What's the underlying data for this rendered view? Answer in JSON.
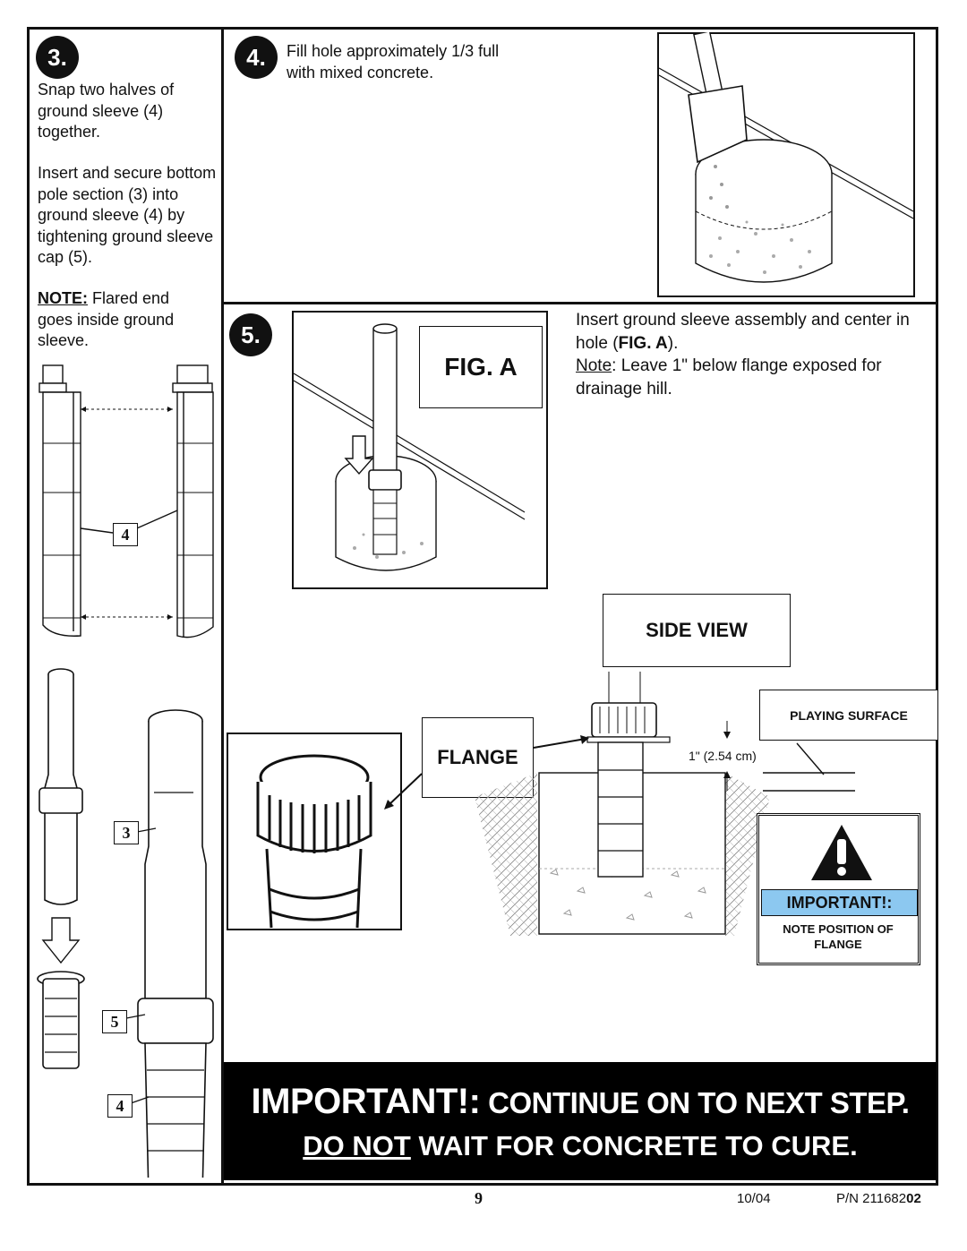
{
  "step3": {
    "number": "3.",
    "text1": "Snap two halves of ground sleeve (4) together.",
    "text2": "Insert and secure bottom pole section (3) into ground sleeve (4) by tightening ground sleeve cap (5).",
    "note_label": "NOTE:",
    "note_text": " Flared end goes inside ground sleeve.",
    "callouts": {
      "sleeve_top": "4",
      "pole": "3",
      "cap": "5",
      "sleeve_bottom": "4"
    }
  },
  "step4": {
    "number": "4.",
    "text": "Fill hole approximately 1/3 full with mixed concrete."
  },
  "step5": {
    "number": "5.",
    "fig_label": "FIG. A",
    "text_a": "Insert ground sleeve assembly and center in hole (",
    "text_fig": "FIG. A",
    "text_b": ").",
    "note_label": "Note",
    "note_text": ": Leave 1\" below flange exposed for drainage hill.",
    "side_view_label": "SIDE VIEW",
    "flange_label": "FLANGE",
    "playing_surface_label": "PLAYING SURFACE",
    "dimension_label": "1\" (2.54 cm)",
    "important_label": "IMPORTANT!:",
    "important_note": "NOTE POSITION OF FLANGE"
  },
  "banner": {
    "line1_big": "IMPORTANT!:",
    "line1_rest": " CONTINUE ON TO NEXT STEP.",
    "line2_underlined": "DO NOT",
    "line2_rest": " WAIT FOR CONCRETE TO CURE."
  },
  "footer": {
    "page_number": "9",
    "date": "10/04",
    "part_prefix": "P/N 211682",
    "part_suffix": "02"
  }
}
